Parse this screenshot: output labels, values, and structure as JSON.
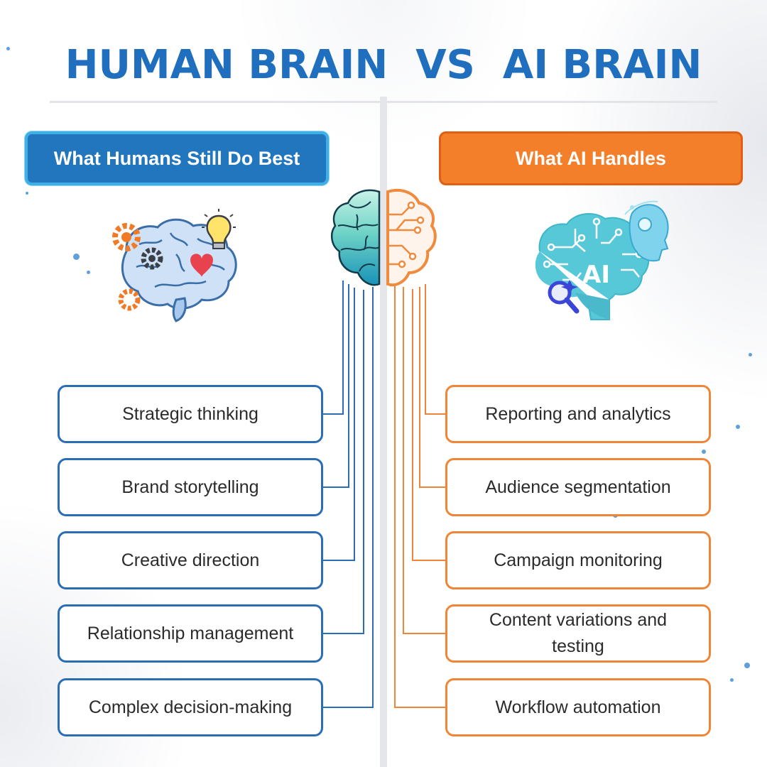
{
  "title": "HUMAN BRAIN  VS  AI BRAIN",
  "left": {
    "header": "What Humans Still Do Best",
    "items": [
      "Strategic thinking",
      "Brand storytelling",
      "Creative direction",
      "Relationship management",
      "Complex decision-making"
    ]
  },
  "right": {
    "header": "What AI Handles",
    "items": [
      "Reporting and analytics",
      "Audience segmentation",
      "Campaign monitoring",
      "Content variations and testing",
      "Workflow automation"
    ]
  },
  "illustrations": {
    "left_icon": "human-brain-gears-heart-lightbulb-icon",
    "center_icon": "split-brain-circuit-icon",
    "right_icon": "ai-brain-robot-magnifier-icon",
    "ai_label": "AI"
  },
  "colors": {
    "title_blue": "#1f6fbe",
    "left_accent": "#2276bd",
    "right_accent": "#f47f2a",
    "left_border": "#2a6db5",
    "right_border": "#ef8537"
  }
}
